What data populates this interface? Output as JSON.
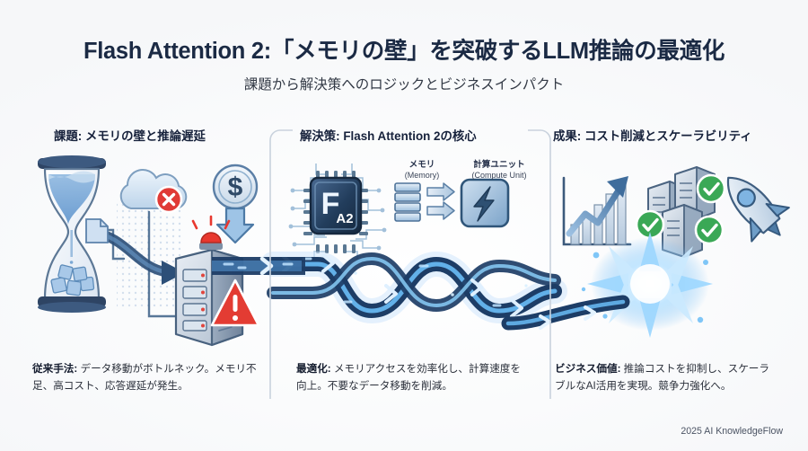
{
  "meta": {
    "background_color": "#f7f8fa",
    "title_color": "#1b2a44",
    "accent_blue": "#3f8fe0",
    "glow_blue": "#7ecbff",
    "alert_red": "#e03a36",
    "success_green": "#3aa856"
  },
  "header": {
    "title": "Flash Attention 2:「メモリの壁」を突破するLLM推論の最適化",
    "subtitle": "課題から解決策へのロジックとビジネスインパクト"
  },
  "sections": {
    "left": {
      "heading": "課題: メモリの壁と推論遅延",
      "caption_label": "従来手法:",
      "caption_text": "データ移動がボトルネック。メモリ不足、高コスト、応答遅延が発生。",
      "icons": [
        "hourglass-icon",
        "cloud-error-icon",
        "dollar-coin-down-arrow-icon",
        "server-rack-alarm-icon",
        "warning-triangle-icon",
        "document-icon"
      ]
    },
    "center": {
      "heading": "解決策: Flash Attention 2の核心",
      "caption_label": "最適化:",
      "caption_text": "メモリアクセスを効率化し、計算速度を向上。不要なデータ移動を削減。",
      "chip_logo": "F",
      "chip_label": "A2",
      "memory_label_jp": "メモリ",
      "memory_label_en": "(Memory)",
      "compute_label_jp": "計算ユニット",
      "compute_label_en": "(Compute Unit)",
      "icons": [
        "cpu-chip-icon",
        "memory-stack-icon",
        "transfer-arrows-icon",
        "lightning-compute-icon",
        "infinity-flow-icon"
      ]
    },
    "right": {
      "heading": "成果: コスト削減とスケーラビリティ",
      "caption_label": "ビジネス価値:",
      "caption_text": "推論コストを抑制し、スケーラブルなAI活用を実現。競争力強化へ。",
      "icons": [
        "growth-chart-up-icon",
        "server-stack-check-icon",
        "check-badge-icon",
        "rocket-icon",
        "burst-spark-icon"
      ]
    }
  },
  "footer": {
    "credit": "2025 AI KnowledgeFlow"
  }
}
